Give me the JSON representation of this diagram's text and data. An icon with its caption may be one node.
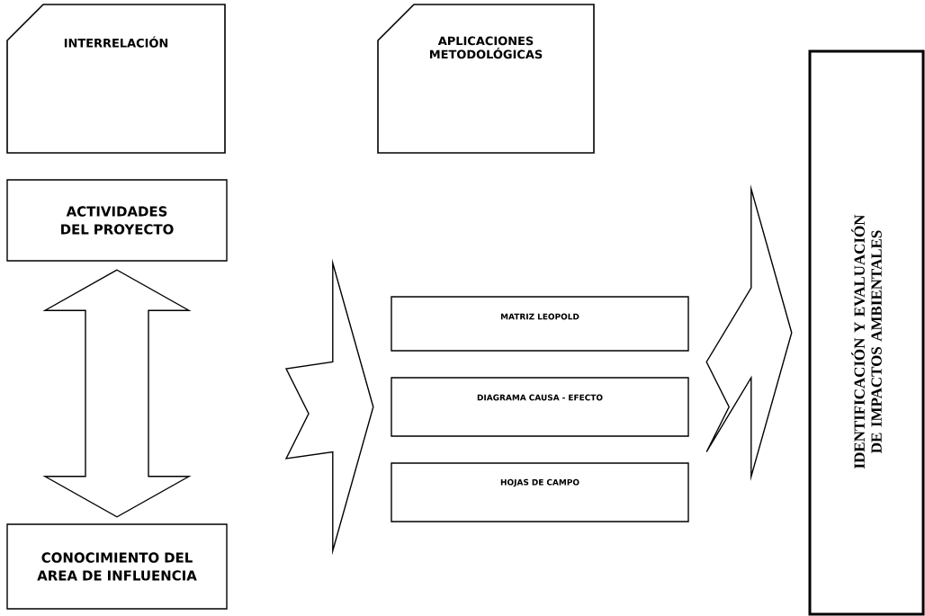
{
  "diagram": {
    "nodes": [
      {
        "text": [
          "INTERRELACIÓN"
        ]
      },
      {
        "text": [
          "APLICACIONES METODOLÓGICAS"
        ]
      },
      {
        "text": [
          "IDENTIFICACIÓN Y EVALUACIÓN DE IMPACTOS AMBIENTALES"
        ]
      },
      {
        "text": [
          "ACTIVIDADES DEL PROYECTO"
        ]
      },
      {
        "text": [
          "CONOCIMIENTO DEL AREA DE INFLUENCIA"
        ]
      },
      {
        "text": [
          "MATRIZ LEOPOLD"
        ]
      },
      {
        "text": [
          "DIAGRAMA CAUSA - EFECTO"
        ]
      },
      {
        "text": [
          "HOJAS DE CAMPO"
        ]
      }
    ],
    "edges": [
      {
        "from": 3,
        "to": 4,
        "arrow": "both"
      },
      {
        "from": null,
        "to": 6,
        "arrow": "to"
      },
      {
        "from": 6,
        "to": 2,
        "arrow": "to"
      }
    ]
  }
}
